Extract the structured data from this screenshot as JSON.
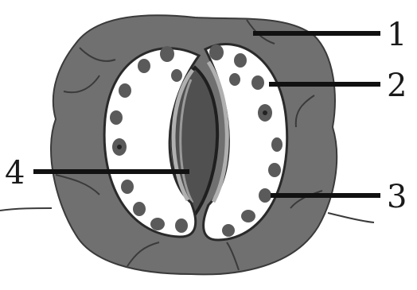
{
  "diagram": {
    "subject": "stoma",
    "labels": [
      {
        "id": "label-1",
        "text": "1"
      },
      {
        "id": "label-2",
        "text": "2"
      },
      {
        "id": "label-3",
        "text": "3"
      },
      {
        "id": "label-4",
        "text": "4"
      }
    ],
    "colors": {
      "epidermal_cell": "#6f6f6f",
      "epidermal_border": "#3a3a3a",
      "guard_cell": "#ffffff",
      "chloroplast": "#5a5a5a",
      "pore": "#505050",
      "leader_line": "#111111"
    }
  }
}
